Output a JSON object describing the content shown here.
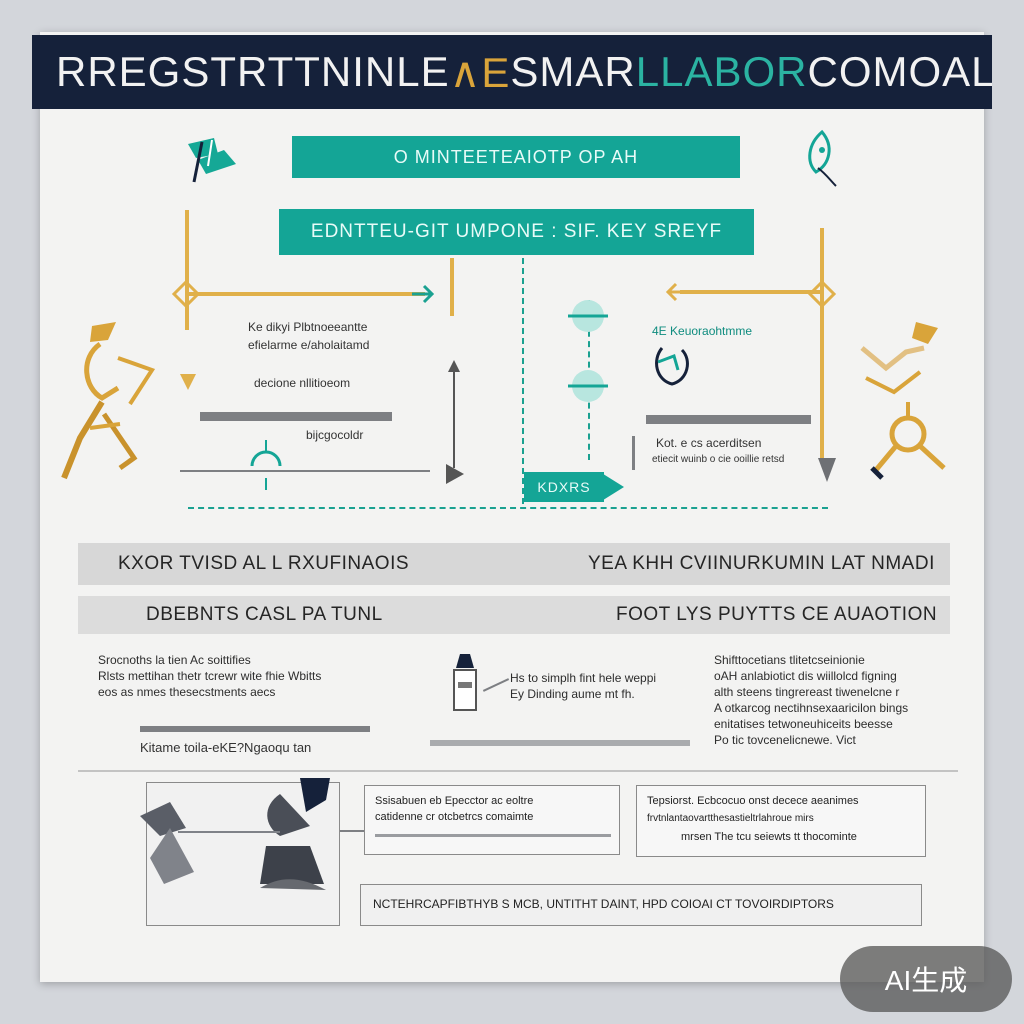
{
  "title": {
    "part1": "RREGSTRTTNINLE",
    "part2": "∧E",
    "part3": "SMAR",
    "part4": "LLABOR",
    "part5": " COMOALWY"
  },
  "boxes": {
    "top": "O MINTEETEAIOTP OP AH",
    "second": "EDNTTEU-GIT UMPONE :  SIF. KEY SREYF"
  },
  "left_panel": {
    "line1": "Ke dikyi  Plbtnoeeantte",
    "line2": "efielarme  e/aholaitamd",
    "line3": "decione  nllitioeom",
    "line4": "bijcgocoldr"
  },
  "right_panel": {
    "label": "4E Keuoraohtmme",
    "line1": "Kot. e cs  acerditsen",
    "line2": "etiecit wuinb   o  cie  ooillie retsd"
  },
  "teal_tag": "KDXRS",
  "bands": {
    "row1_left": "KXOR  TVISD  AL  L RXUFINAOIS",
    "row1_right": "YEA  KHH  CVIINURKUMIN  LAT  NMADI",
    "row2_left": "DBEBNTS  CASL     PA TUNL",
    "row2_right": "FOOT LYS    PUYTTS  CE  AUAOTION"
  },
  "paragraphs": {
    "left": [
      "Srocnoths la tien Ac soittifies",
      "Rlsts  mettihan thetr tcrewr wite fhie Wbitts",
      "eos as nmes  thesecstments aecs"
    ],
    "middle": [
      "Hs  to simplh fint hele weppi",
      "Ey Dinding aume mt fh."
    ],
    "right": [
      "Shifttocetians tlitetcseinionie",
      "oAH anlabiotict dis wiillolcd figning",
      "alth steens tingrereast tiwenelcne r",
      "A otkarcog nectihnsexaaricilon bings",
      "enitatises tetwoneuhiceits beesse",
      "Po tic tovcenelicnewe.  Vict"
    ],
    "left_caption": "Kitame toila-eKE?Ngaoqu    tan"
  },
  "cards": {
    "card1_line1": "Ssisabuen eb   Epecctor ac eoltre",
    "card1_line2": "catidenne  cr otcbetrcs  comaimte",
    "card2_line1": "Tepsiorst.  Ecbcocuo  onst decece  aeanimes",
    "card2_line2": "frvtnlantaovartthesastieltrlahroue  mirs",
    "card2_line3": "mrsen  The  tcu seiewts tt  thocominte",
    "footer": "NCTEHRCAPFIBTHYB  S  MCB, UNTITHT DAINT, HPD  COIOAI  CT  TOVOIRDIPTORS"
  },
  "badge": "AI生成",
  "colors": {
    "navy": "#15213a",
    "teal": "#14a596",
    "gold": "#e0b04a",
    "gray": "#7d7f83"
  }
}
